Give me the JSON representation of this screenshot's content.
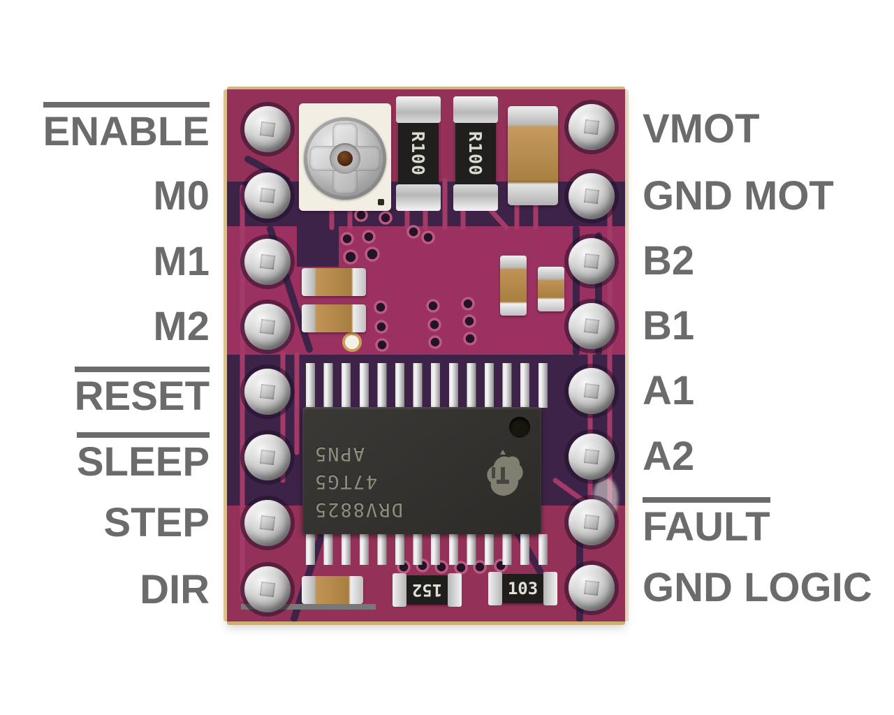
{
  "figure": {
    "description": "DRV8825 stepper motor driver carrier board pinout"
  },
  "pins": {
    "left": [
      {
        "label": "ENABLE",
        "overline": true
      },
      {
        "label": "M0",
        "overline": false
      },
      {
        "label": "M1",
        "overline": false
      },
      {
        "label": "M2",
        "overline": false
      },
      {
        "label": "RESET",
        "overline": true
      },
      {
        "label": "SLEEP",
        "overline": true
      },
      {
        "label": "STEP",
        "overline": false
      },
      {
        "label": "DIR",
        "overline": false
      }
    ],
    "right": [
      {
        "label": "VMOT",
        "overline": false
      },
      {
        "label": "GND MOT",
        "overline": false
      },
      {
        "label": "B2",
        "overline": false
      },
      {
        "label": "B1",
        "overline": false
      },
      {
        "label": "A1",
        "overline": false
      },
      {
        "label": "A2",
        "overline": false
      },
      {
        "label": "FAULT",
        "overline": true
      },
      {
        "label": "GND LOGIC",
        "overline": false
      }
    ]
  },
  "board": {
    "ic_marking": {
      "line1": "DRV8825",
      "line2": "47TG5",
      "line3": "APN5"
    },
    "components": {
      "sense_resistor_1_label": "R100",
      "sense_resistor_2_label": "R100",
      "resistor_152_label": "152",
      "resistor_103_label": "103"
    }
  },
  "colors": {
    "label_gray": "#6b6b6b",
    "pcb_purple": "#3e2349",
    "trace_magenta": "#9a3160",
    "board_edge_tan": "#d9c28f",
    "ic_body": "#33312d",
    "capacitor_tan": "#a97f42",
    "pin_silver": "#c9c9c9",
    "background": "#ffffff"
  }
}
